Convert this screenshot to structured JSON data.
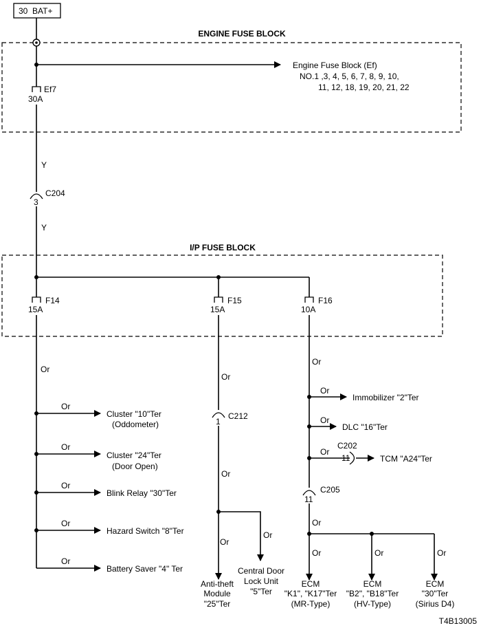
{
  "source": {
    "label": "30  BAT+"
  },
  "blocks": {
    "engine": {
      "title": "ENGINE FUSE BLOCK"
    },
    "ip": {
      "title": "I/P FUSE BLOCK"
    }
  },
  "engine_fuse_block": {
    "label": "Engine Fuse Block (Ef)",
    "numbers_line1": "NO.1 ,3, 4, 5, 6, 7, 8, 9, 10,",
    "numbers_line2": "11, 12, 18, 19, 20, 21, 22"
  },
  "fuses": {
    "ef7": {
      "name": "Ef7",
      "rating": "30A"
    },
    "f14": {
      "name": "F14",
      "rating": "15A"
    },
    "f15": {
      "name": "F15",
      "rating": "15A"
    },
    "f16": {
      "name": "F16",
      "rating": "10A"
    }
  },
  "connectors": {
    "c204": {
      "name": "C204",
      "pin": "3"
    },
    "c212": {
      "name": "C212",
      "pin": "1"
    },
    "c202": {
      "name": "C202",
      "pin": "11"
    },
    "c205": {
      "name": "C205",
      "pin": "11"
    }
  },
  "wires": {
    "y1": "Y",
    "y2": "Y",
    "or_f14": "Or",
    "or_f15": "Or",
    "or_f16": "Or",
    "or_c212_below": "Or",
    "or_c205_below": "Or",
    "or_antitheft": "Or",
    "or_central": "Or",
    "or_ecm1": "Or",
    "or_ecm2": "Or",
    "or_ecm3": "Or"
  },
  "f14_outputs": [
    {
      "wire": "Or",
      "line1": "Cluster \"10\"Ter",
      "line2": "(Oddometer)"
    },
    {
      "wire": "Or",
      "line1": "Cluster \"24\"Ter",
      "line2": "(Door Open)"
    },
    {
      "wire": "Or",
      "line1": "Blink Relay \"30\"Ter",
      "line2": ""
    },
    {
      "wire": "Or",
      "line1": "Hazard Switch \"8\"Ter",
      "line2": ""
    },
    {
      "wire": "Or",
      "line1": "Battery Saver \"4\" Ter",
      "line2": ""
    }
  ],
  "f16_outputs": [
    {
      "wire": "Or",
      "label": "Immobilizer \"2\"Ter"
    },
    {
      "wire": "Or",
      "label": "DLC \"16\"Ter"
    },
    {
      "wire": "Or",
      "label": "TCM \"A24\"Ter"
    }
  ],
  "loads": {
    "antitheft": [
      "Anti-theft",
      "Module",
      "\"25\"Ter"
    ],
    "central": [
      "Central Door",
      "Lock Unit",
      "\"5\"Ter"
    ],
    "ecm1": [
      "ECM",
      "\"K1\", \"K17\"Ter",
      "(MR-Type)"
    ],
    "ecm2": [
      "ECM",
      "\"B2\", \"B18\"Ter",
      "(HV-Type)"
    ],
    "ecm3": [
      "ECM",
      "\"30\"Ter",
      "(Sirius D4)"
    ]
  },
  "figure_id": "T4B13005"
}
